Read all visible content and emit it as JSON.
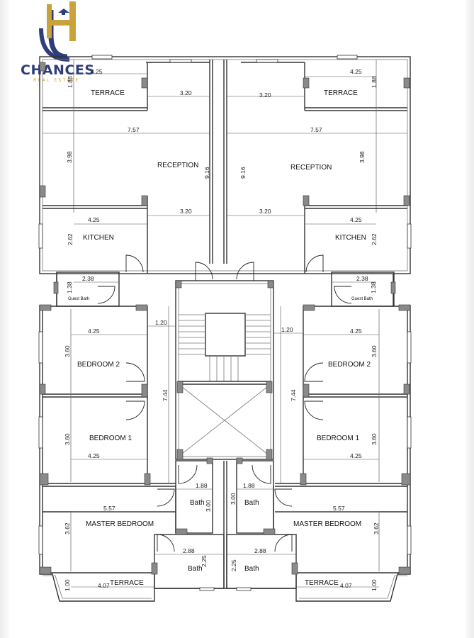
{
  "logo": {
    "name": "CHANCES",
    "tagline": "REAL ESTATE",
    "colors": {
      "navy": "#2f3e7a",
      "gold": "#c9a23a"
    }
  },
  "rooms": {
    "terrace_top_left": "TERRACE",
    "terrace_top_right": "TERRACE",
    "reception_left": "RECEPTION",
    "reception_right": "RECEPTION",
    "kitchen_left": "KITCHEN",
    "kitchen_right": "KITCHEN",
    "guest_bath_left": "Guest Bath",
    "guest_bath_right": "Guest Bath",
    "bedroom2_left": "BEDROOM 2",
    "bedroom2_right": "BEDROOM 2",
    "bedroom1_left": "BEDROOM 1",
    "bedroom1_right": "BEDROOM 1",
    "master_left": "MASTER BEDROOM",
    "master_right": "MASTER BEDROOM",
    "bath_upper_left": "Bath",
    "bath_upper_right": "Bath",
    "bath_lower_left": "Bath",
    "bath_lower_right": "Bath",
    "terrace_bottom_left": "TERRACE",
    "terrace_bottom_right": "TERRACE"
  },
  "dimensions": {
    "terrace_tl_w": "4.25",
    "terrace_tl_h": "1.88",
    "terrace_tr_w": "4.25",
    "terrace_tr_h": "1.88",
    "passage_top_l": "3.20",
    "passage_top_r": "3.20",
    "reception_l_w": "7.57",
    "reception_r_w": "7.57",
    "reception_l_h": "3.98",
    "reception_r_h": "3.98",
    "center_l_h": "9.16",
    "center_r_h": "9.16",
    "passage_mid_l": "3.20",
    "passage_mid_r": "3.20",
    "kitchen_l_w": "4.25",
    "kitchen_r_w": "4.25",
    "kitchen_l_h": "2.62",
    "kitchen_r_h": "2.62",
    "guest_l_w": "2.38",
    "guest_r_w": "2.38",
    "guest_l_h": "1.38",
    "guest_r_h": "1.38",
    "corridor_l": "1.20",
    "corridor_r": "1.20",
    "bed2_l_w": "4.25",
    "bed2_r_w": "4.25",
    "bed2_l_h": "3.60",
    "bed2_r_h": "3.60",
    "hall_l_h": "7.44",
    "hall_r_h": "7.44",
    "bed1_l_h": "3.60",
    "bed1_r_h": "3.60",
    "bed1_l_w": "4.25",
    "bed1_r_w": "4.25",
    "bath_up_l_w": "1.88",
    "bath_up_r_w": "1.88",
    "bath_up_l_h": "3.00",
    "bath_up_r_h": "3.00",
    "master_l_w": "5.57",
    "master_r_w": "5.57",
    "master_l_h": "3.62",
    "master_r_h": "3.62",
    "bath_lo_l_w": "2.88",
    "bath_lo_r_w": "2.88",
    "bath_lo_l_h": "2.25",
    "bath_lo_r_h": "2.25",
    "terrace_bl_h": "1.00",
    "terrace_br_h": "1.00",
    "terrace_bl_w": "4.07",
    "terrace_br_w": "4.07"
  }
}
